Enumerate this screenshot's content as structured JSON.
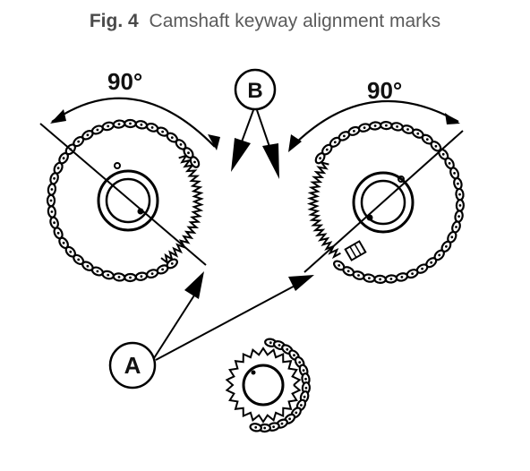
{
  "caption": {
    "figure_label": "Fig. 4",
    "title": "Camshaft keyway alignment marks"
  },
  "diagram": {
    "left_angle": "90°",
    "right_angle": "90°",
    "callout_a": "A",
    "callout_b": "B"
  }
}
